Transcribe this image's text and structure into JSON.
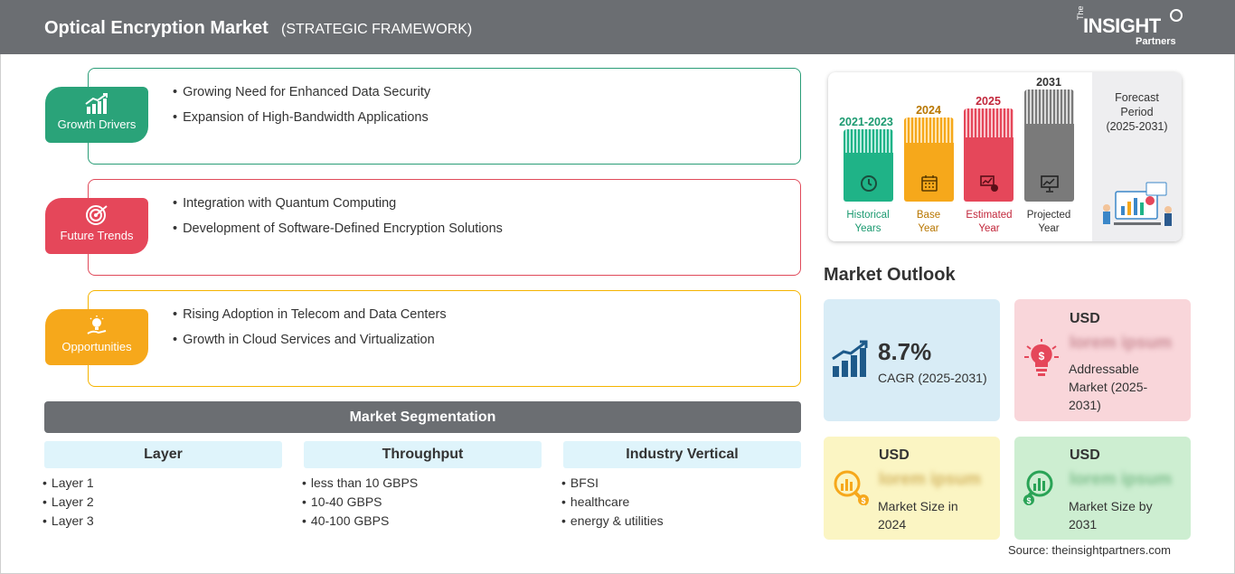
{
  "header": {
    "title": "Optical Encryption Market",
    "subtitle": "(STRATEGIC FRAMEWORK)",
    "logo_the": "The",
    "logo_insight": "INSIGHT",
    "logo_partners": "Partners"
  },
  "framework": [
    {
      "label": "Growth Drivers",
      "color": "#2aa379",
      "icon": "growth-chart-icon",
      "items": [
        "Growing Need for Enhanced Data Security",
        "Expansion of High-Bandwidth Applications"
      ]
    },
    {
      "label": "Future Trends",
      "color": "#e5475a",
      "icon": "target-icon",
      "items": [
        "Integration with Quantum Computing",
        "Development of Software-Defined Encryption Solutions"
      ]
    },
    {
      "label": "Opportunities",
      "color": "#f6a81b",
      "icon": "lightbulb-hand-icon",
      "items": [
        "Rising Adoption in Telecom and Data Centers",
        "Growth in Cloud Services and Virtualization"
      ]
    }
  ],
  "segmentation": {
    "title": "Market Segmentation",
    "columns": [
      {
        "heading": "Layer",
        "items": [
          "Layer 1",
          "Layer 2",
          "Layer 3"
        ]
      },
      {
        "heading": "Throughput",
        "items": [
          "less than 10 GBPS",
          "10-40 GBPS",
          "40-100 GBPS"
        ]
      },
      {
        "heading": "Industry Vertical",
        "items": [
          "BFSI",
          "healthcare",
          "energy & utilities"
        ]
      }
    ]
  },
  "timeline": {
    "bars": [
      {
        "year": "2021-2023",
        "label_line1": "Historical",
        "label_line2": "Years",
        "color": "#1fb387",
        "icon": "history-icon"
      },
      {
        "year": "2024",
        "label_line1": "Base",
        "label_line2": "Year",
        "color": "#f6a81b",
        "icon": "calendar-icon"
      },
      {
        "year": "2025",
        "label_line1": "Estimated",
        "label_line2": "Year",
        "color": "#e5475a",
        "icon": "estimate-icon"
      },
      {
        "year": "2031",
        "label_line1": "Projected",
        "label_line2": "Year",
        "color": "#7a7a7a",
        "icon": "projection-icon"
      }
    ],
    "forecast_line1": "Forecast",
    "forecast_line2": "Period",
    "forecast_line3": "(2025-2031)"
  },
  "outlook": {
    "title": "Market Outlook",
    "cagr_value": "8.7%",
    "cagr_label": "CAGR (2025-2031)",
    "addressable_usd": "USD",
    "addressable_value": "lorem ipsum",
    "addressable_line1": "Addressable",
    "addressable_line2": "Market (2025-",
    "addressable_line3": "2031)",
    "size2024_usd": "USD",
    "size2024_value": "lorem ipsum",
    "size2024_line1": "Market Size in",
    "size2024_line2": "2024",
    "size2031_usd": "USD",
    "size2031_value": "lorem ipsum",
    "size2031_line1": "Market Size by",
    "size2031_line2": "2031"
  },
  "source": "Source: theinsightpartners.com"
}
